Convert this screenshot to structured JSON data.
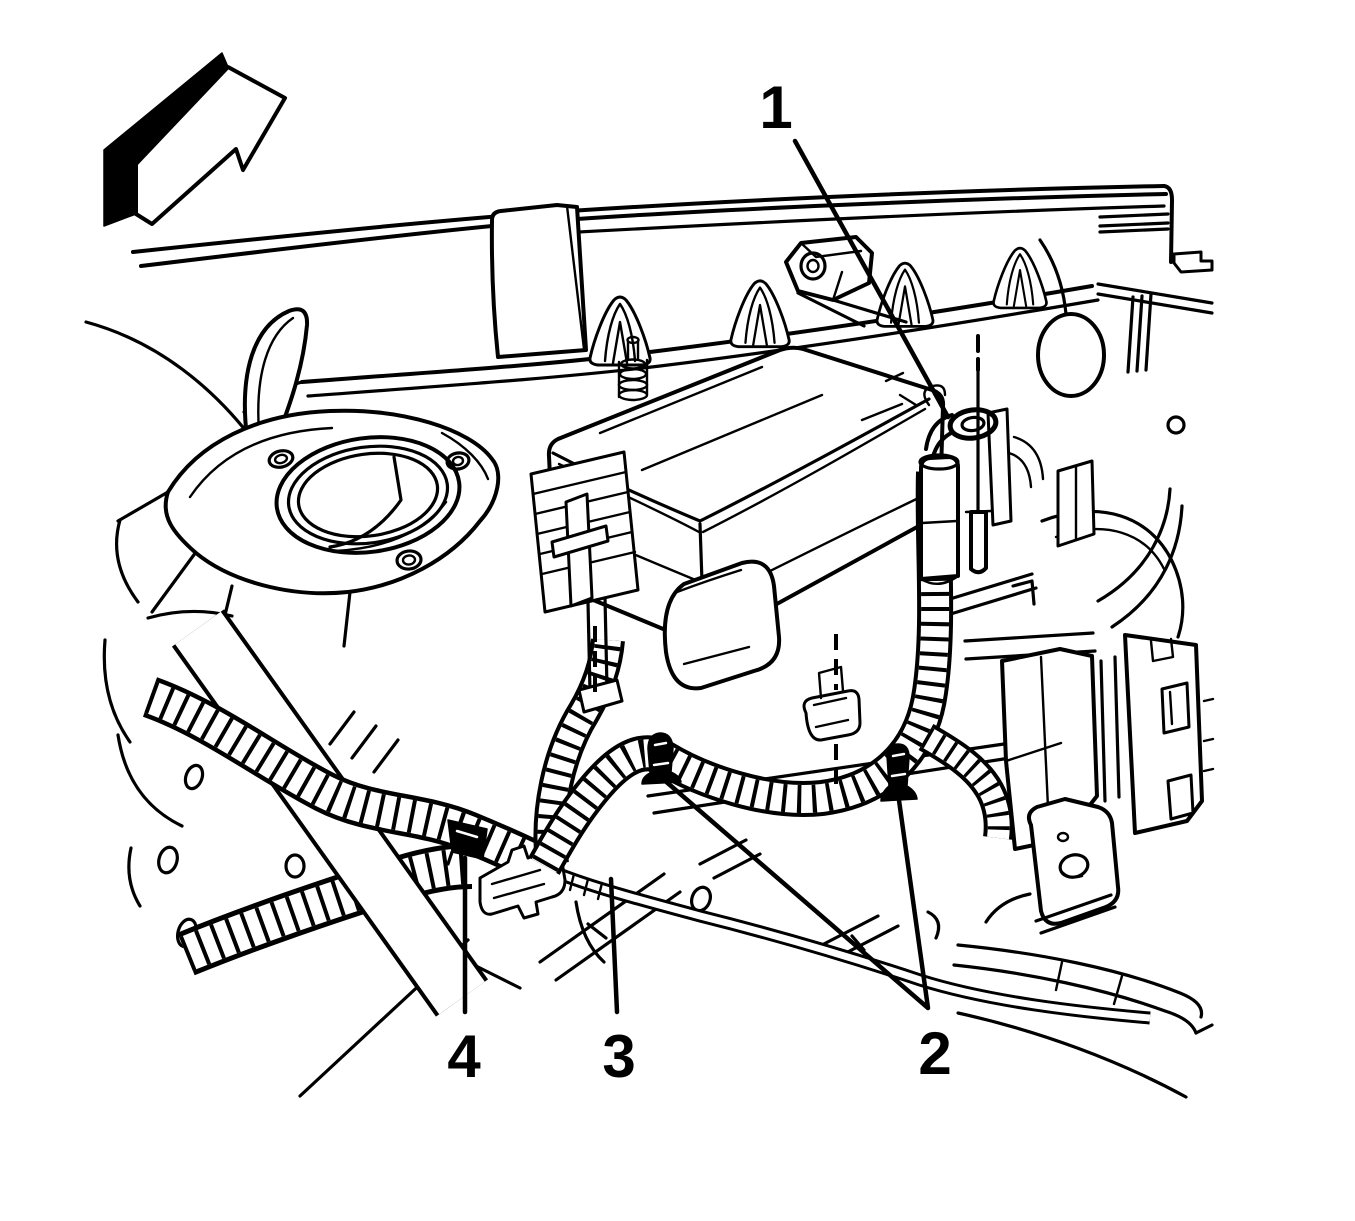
{
  "figure": {
    "callouts": [
      {
        "label": "1"
      },
      {
        "label": "2"
      },
      {
        "label": "3"
      },
      {
        "label": "4"
      }
    ],
    "colors": {
      "line_color": "#000000",
      "background_color": "#ffffff"
    },
    "icons": {
      "direction_arrow_icon": "block-arrow-up-right"
    }
  }
}
